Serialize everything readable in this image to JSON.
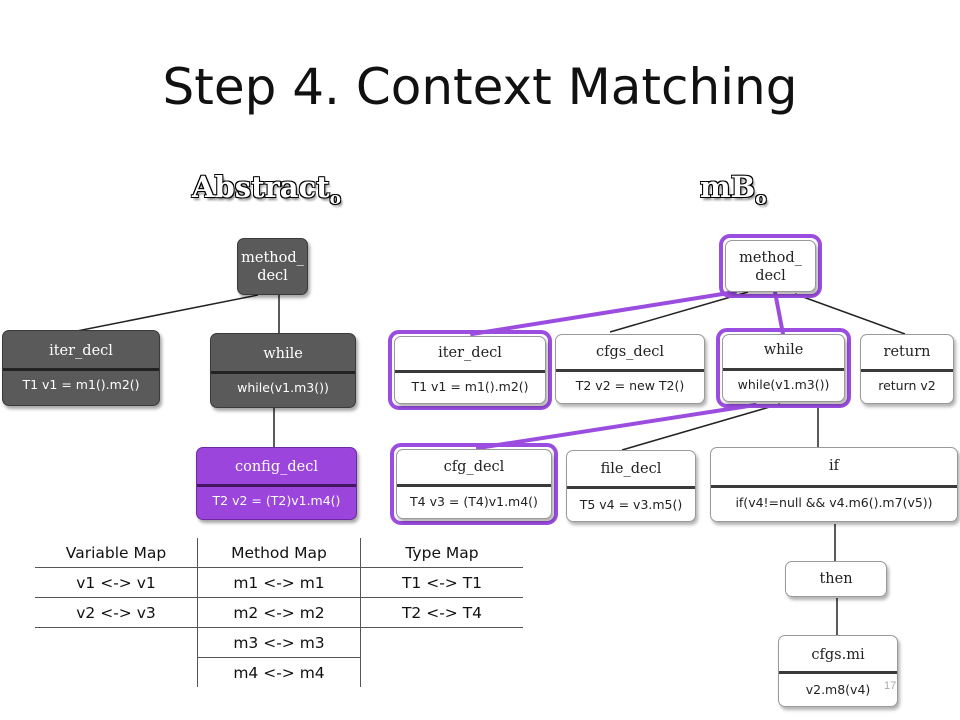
{
  "title": "Step 4. Context Matching",
  "left_heading": {
    "main": "Abstract",
    "sub": "o"
  },
  "right_heading": {
    "main": "mB",
    "sub": "o"
  },
  "abstract_nodes": {
    "method_decl": {
      "label": "method_\ndecl"
    },
    "iter_decl": {
      "label": "iter_decl",
      "code": "T1 v1 = m1().m2()"
    },
    "while": {
      "label": "while",
      "code": "while(v1.m3())"
    },
    "config_decl": {
      "label": "config_decl",
      "code": "T2 v2 = (T2)v1.m4()"
    }
  },
  "mb_nodes": {
    "method_decl": {
      "label": "method_\ndecl"
    },
    "iter_decl": {
      "label": "iter_decl",
      "code": "T1 v1 = m1().m2()"
    },
    "cfgs_decl": {
      "label": "cfgs_decl",
      "code": "T2 v2 = new T2()"
    },
    "while": {
      "label": "while",
      "code": "while(v1.m3())"
    },
    "return": {
      "label": "return",
      "code": "return v2"
    },
    "cfg_decl": {
      "label": "cfg_decl",
      "code": "T4 v3 = (T4)v1.m4()"
    },
    "file_decl": {
      "label": "file_decl",
      "code": "T5 v4 = v3.m5()"
    },
    "if": {
      "label": "if",
      "code": "if(v4!=null && v4.m6().m7(v5))"
    },
    "then": {
      "label": "then"
    },
    "cfgs_mi": {
      "label": "cfgs.mi",
      "code": "v2.m8(v4)"
    }
  },
  "maps_table": {
    "headers": [
      "Variable Map",
      "Method Map",
      "Type Map"
    ],
    "rows": [
      [
        "v1 <-> v1",
        "m1 <-> m1",
        "T1 <-> T1"
      ],
      [
        "v2 <-> v3",
        "m2 <-> m2",
        "T2 <-> T4"
      ],
      [
        "",
        "m3 <-> m3",
        ""
      ],
      [
        "",
        "m4 <-> m4",
        ""
      ]
    ]
  },
  "page_number": "17",
  "colors": {
    "dark_node": "#5a5a5a",
    "purple_node": "#9c45dc",
    "highlight": "#9b4de0"
  }
}
